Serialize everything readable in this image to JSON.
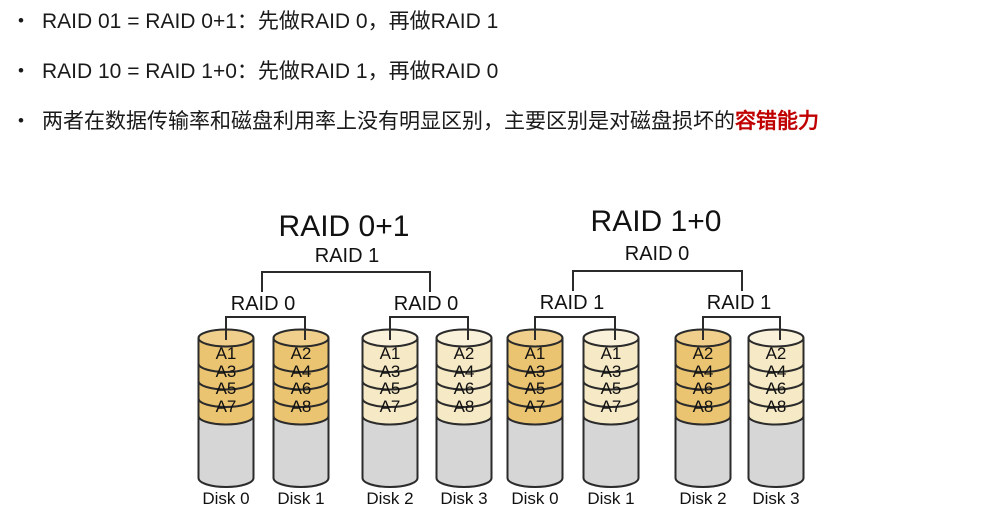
{
  "bullets": [
    {
      "text": "RAID 01 = RAID 0+1：先做RAID 0，再做RAID 1"
    },
    {
      "text": "RAID 10 = RAID 1+0：先做RAID 1，再做RAID 0"
    },
    {
      "text": "两者在数据传输率和磁盘利用率上没有明显区别，主要区别是对磁盘损坏的",
      "highlight": "容错能力"
    }
  ],
  "diagram": {
    "groups": [
      {
        "title": "RAID 0+1",
        "top_label": "RAID 1",
        "subgroups": [
          {
            "label": "RAID 0",
            "disks": [
              {
                "name": "Disk 0",
                "color": "gold",
                "blocks": [
                  "A1",
                  "A3",
                  "A5",
                  "A7"
                ]
              },
              {
                "name": "Disk 1",
                "color": "gold",
                "blocks": [
                  "A2",
                  "A4",
                  "A6",
                  "A8"
                ]
              }
            ]
          },
          {
            "label": "RAID 0",
            "disks": [
              {
                "name": "Disk 2",
                "color": "cream",
                "blocks": [
                  "A1",
                  "A3",
                  "A5",
                  "A7"
                ]
              },
              {
                "name": "Disk 3",
                "color": "cream",
                "blocks": [
                  "A2",
                  "A4",
                  "A6",
                  "A8"
                ]
              }
            ]
          }
        ]
      },
      {
        "title": "RAID 1+0",
        "top_label": "RAID 0",
        "subgroups": [
          {
            "label": "RAID 1",
            "disks": [
              {
                "name": "Disk 0",
                "color": "gold",
                "blocks": [
                  "A1",
                  "A3",
                  "A5",
                  "A7"
                ]
              },
              {
                "name": "Disk 1",
                "color": "cream",
                "blocks": [
                  "A1",
                  "A3",
                  "A5",
                  "A7"
                ]
              }
            ]
          },
          {
            "label": "RAID 1",
            "disks": [
              {
                "name": "Disk 2",
                "color": "gold",
                "blocks": [
                  "A2",
                  "A4",
                  "A6",
                  "A8"
                ]
              },
              {
                "name": "Disk 3",
                "color": "cream",
                "blocks": [
                  "A2",
                  "A4",
                  "A6",
                  "A8"
                ]
              }
            ]
          }
        ]
      }
    ]
  },
  "colors": {
    "highlight_text": "#C00000",
    "disk_gold": "#EBC472",
    "disk_gold_cap": "#F0CF8C",
    "disk_cream": "#F6E9C6",
    "disk_cream_cap": "#FAF1DB",
    "disk_gray": "#D6D6D6",
    "outline": "#2B2B2B"
  }
}
